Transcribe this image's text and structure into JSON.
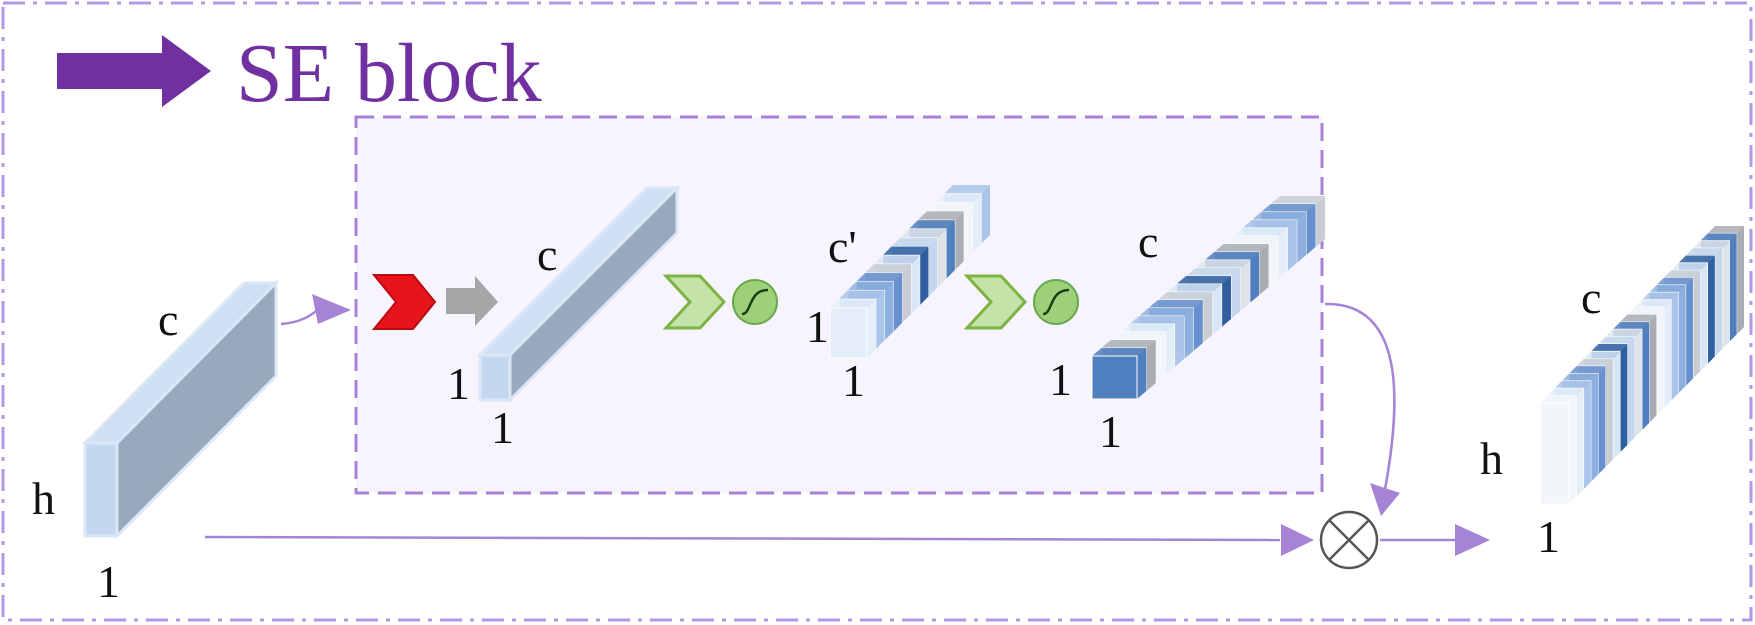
{
  "title": {
    "text": "SE block"
  },
  "colors": {
    "accent": "#7030a0",
    "connector": "#a783d6",
    "border": "#b198e0",
    "inner_bg": "#f8f4fd",
    "ribbon_pale": "#e1ecf8",
    "ribbon_mid": "#a3bde6",
    "ribbon_dark": "#3d6fad",
    "ribbon_grey": "#b9bcc2",
    "pool_red": "#e8141c",
    "fc_green": "#8bc34a",
    "sigmoid_green": "#9ed07a"
  },
  "input_tensor": {
    "c": "c",
    "h": "h",
    "w": "1"
  },
  "pooled_vector": {
    "c": "c",
    "h": "1",
    "w": "1"
  },
  "squeezed_vector": {
    "c": "c'",
    "h": "1",
    "w": "1"
  },
  "excited_vector": {
    "c": "c",
    "h": "1",
    "w": "1"
  },
  "output_tensor": {
    "c": "c",
    "h": "h",
    "w": "1"
  },
  "icons": {
    "pool": "red-chevron-icon",
    "flatten": "grey-arrow-icon",
    "fc": "green-chevron-icon",
    "activation": "sigmoid-circle-icon",
    "scale": "circled-times-icon"
  }
}
